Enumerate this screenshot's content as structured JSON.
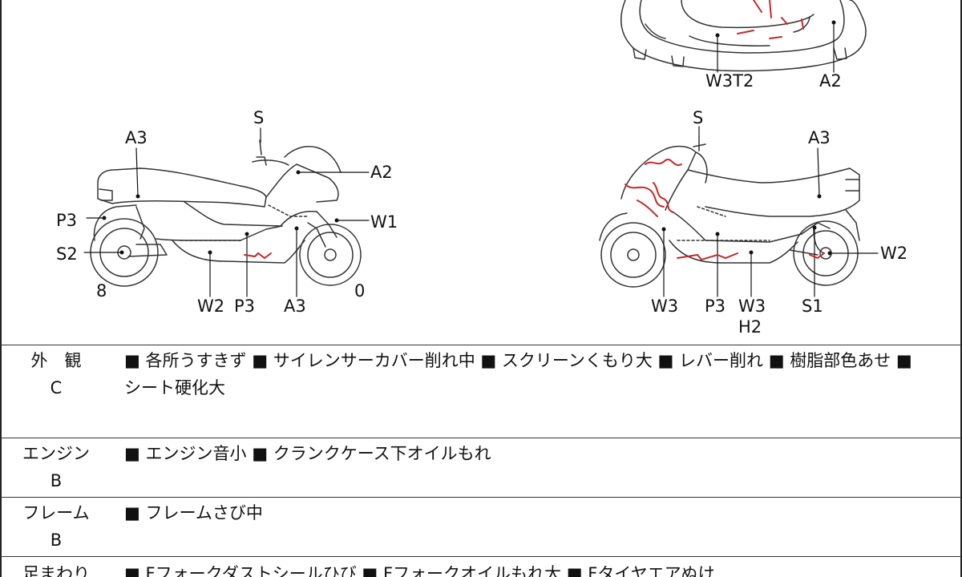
{
  "diagram_labels": {
    "top_view": {
      "w3t2": "W3T2",
      "a2": "A2"
    },
    "left_view": {
      "s": "S",
      "a3_top": "A3",
      "a2": "A2",
      "p3_side": "P3",
      "w1": "W1",
      "s2": "S2",
      "num_8": "8",
      "num_0": "0",
      "w2": "W2",
      "p3_bottom": "P3",
      "a3_bottom": "A3"
    },
    "right_view": {
      "s": "S",
      "a3": "A3",
      "w2": "W2",
      "w3_left": "W3",
      "p3": "P3",
      "w3_right": "W3",
      "h2": "H2",
      "s1": "S1"
    }
  },
  "rows": [
    {
      "category": "外　観",
      "grade": "C",
      "notes": [
        "■ 各所うすきず ■ サイレンサーカバー削れ中 ■ スクリーンくもり大 ■ レバー削れ ■ 樹脂部色あせ ■",
        "シート硬化大"
      ]
    },
    {
      "category": "エンジン",
      "grade": "B",
      "notes": [
        "■ エンジン音小 ■ クランクケース下オイルもれ"
      ]
    },
    {
      "category": "フレーム",
      "grade": "B",
      "notes": [
        "■ フレームさび中"
      ]
    },
    {
      "category": "足まわり",
      "grade": "",
      "notes": [
        "■ Fフォークダストシールひび ■ Fフォークオイルもれ大 ■ Fタイヤエアぬけ"
      ]
    }
  ],
  "colors": {
    "line": "#333333",
    "damage_mark": "#c62828",
    "background": "#ffffff"
  }
}
